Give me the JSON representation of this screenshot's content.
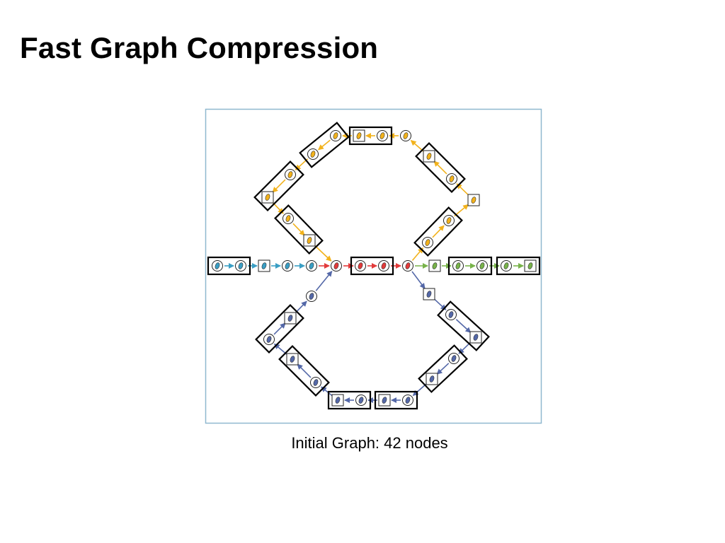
{
  "slide": {
    "title": "Fast Graph Compression",
    "caption": "Initial Graph: 42 nodes"
  },
  "graph": {
    "node_count": 42,
    "groups": [
      "middle-line",
      "top-loop",
      "bottom-loop"
    ],
    "colors": {
      "teal": "#3a9ec4",
      "red": "#e23b3b",
      "green": "#78b34a",
      "orange": "#f2b21c",
      "blue": "#5468a8",
      "frame": "#8fb8cf",
      "box": "#000000"
    }
  }
}
